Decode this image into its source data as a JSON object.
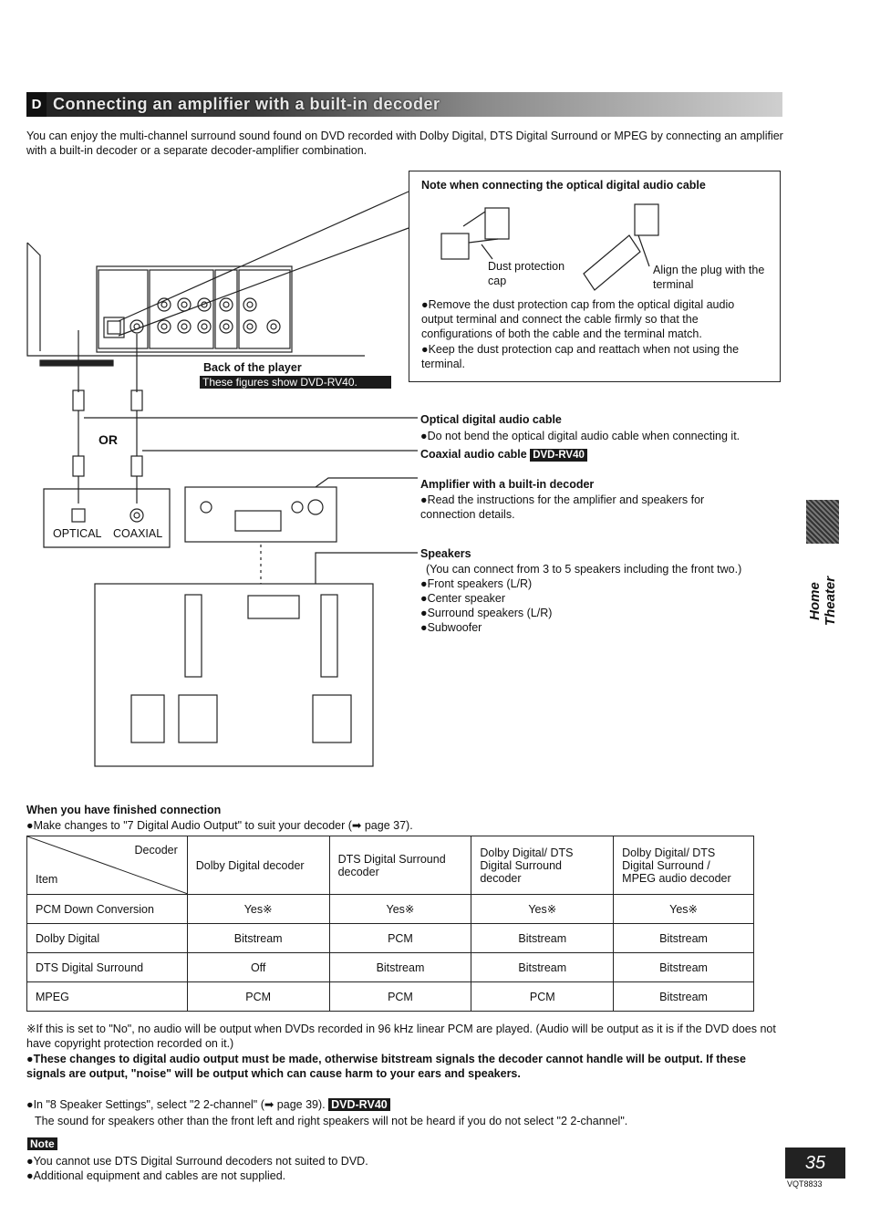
{
  "section": {
    "letter": "D",
    "title": "Connecting an amplifier with a built-in decoder"
  },
  "intro": "You can enjoy the multi-channel surround sound found on DVD recorded with Dolby Digital, DTS Digital Surround or MPEG by connecting an amplifier with a built-in decoder or a separate decoder-amplifier combination.",
  "note_box": {
    "title": "Note when connecting the optical digital audio cable",
    "dust_label": "Dust protection cap",
    "align_label": "Align the plug with the terminal",
    "bullets": [
      "Remove the dust protection cap from the optical digital audio output terminal and connect the cable firmly so that the configurations of both the cable and the terminal match.",
      "Keep the dust protection cap and reattach when not using the terminal."
    ]
  },
  "diagram": {
    "back_label": "Back of the player",
    "figures_label": "These figures show DVD-RV40.",
    "or_label": "OR",
    "optical_label": "OPTICAL",
    "coaxial_label": "COAXIAL"
  },
  "callouts": {
    "optical_title": "Optical digital audio cable",
    "optical_text": "Do not bend the optical digital audio cable when connecting it.",
    "coaxial_title": "Coaxial audio cable",
    "coaxial_tag": "DVD-RV40",
    "amp_title": "Amplifier with a built-in decoder",
    "amp_text": "Read the instructions for the amplifier and speakers for connection details.",
    "speakers_title": "Speakers",
    "speakers_intro": "(You can connect from 3 to 5 speakers including the front two.)",
    "speakers_list": [
      "Front speakers (L/R)",
      "Center speaker",
      "Surround speakers (L/R)",
      "Subwoofer"
    ]
  },
  "side_tab": "Home Theater",
  "finished": {
    "title": "When you have finished connection",
    "text": "Make changes to \"7 Digital Audio Output\" to suit your decoder (➡ page 37)."
  },
  "table": {
    "corner_decoder": "Decoder",
    "corner_item": "Item",
    "columns": [
      "Dolby Digital decoder",
      "DTS Digital Surround decoder",
      "Dolby Digital/ DTS Digital Surround decoder",
      "Dolby Digital/ DTS Digital Surround / MPEG audio decoder"
    ],
    "rows": [
      {
        "item": "PCM Down Conversion",
        "cells": [
          "Yes※",
          "Yes※",
          "Yes※",
          "Yes※"
        ]
      },
      {
        "item": "Dolby Digital",
        "cells": [
          "Bitstream",
          "PCM",
          "Bitstream",
          "Bitstream"
        ]
      },
      {
        "item": "DTS Digital Surround",
        "cells": [
          "Off",
          "Bitstream",
          "Bitstream",
          "Bitstream"
        ]
      },
      {
        "item": "MPEG",
        "cells": [
          "PCM",
          "PCM",
          "PCM",
          "Bitstream"
        ]
      }
    ]
  },
  "footnote": "※If this is set to \"No\", no audio will be output when DVDs recorded in 96 kHz linear PCM are played. (Audio will be output as it is if the DVD does not have copyright protection recorded on it.)",
  "warning": "These changes to digital audio output must be made, otherwise bitstream signals the decoder cannot handle will be output. If these signals are output, \"noise\" will be output which can cause harm to your ears and speakers.",
  "speaker_setting": {
    "text": "In \"8 Speaker Settings\", select \"2 2-channel\" (➡ page 39).",
    "tag": "DVD-RV40",
    "sub": "The sound for speakers other than the front left and right speakers will not be heard if you do not select \"2 2-channel\"."
  },
  "note_label": "Note",
  "notes": [
    "You cannot use DTS Digital Surround decoders not suited to DVD.",
    "Additional equipment and cables are not supplied."
  ],
  "page_number": "35",
  "doc_code": "VQT8833"
}
